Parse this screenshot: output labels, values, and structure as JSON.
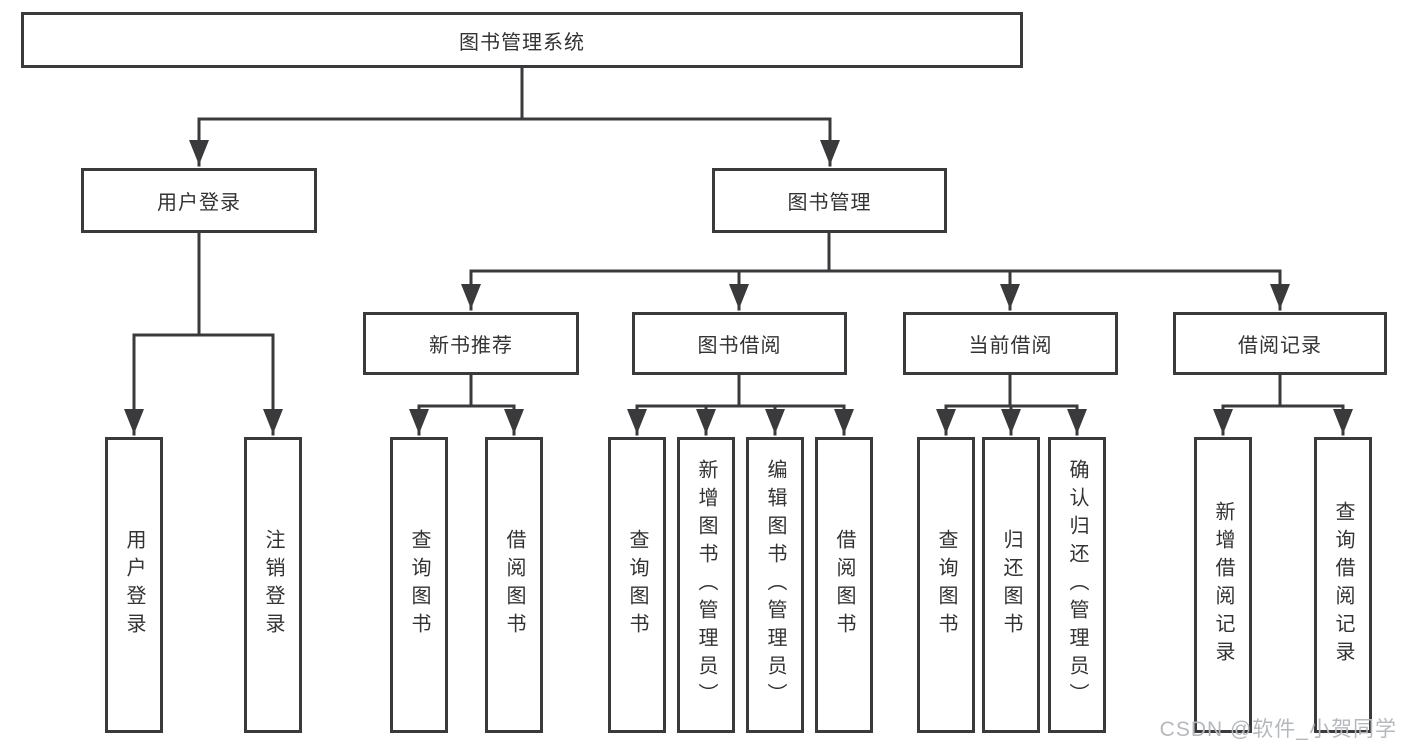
{
  "tree": {
    "root": {
      "label": "图书管理系统"
    },
    "branches": [
      {
        "label": "用户登录",
        "children": [
          {
            "label": "用户登录"
          },
          {
            "label": "注销登录"
          }
        ]
      },
      {
        "label": "图书管理",
        "children": [
          {
            "label": "新书推荐",
            "children": [
              {
                "label": "查询图书"
              },
              {
                "label": "借阅图书"
              }
            ]
          },
          {
            "label": "图书借阅",
            "children": [
              {
                "label": "查询图书"
              },
              {
                "label": "新增图书（管理员）"
              },
              {
                "label": "编辑图书（管理员）"
              },
              {
                "label": "借阅图书"
              }
            ]
          },
          {
            "label": "当前借阅",
            "children": [
              {
                "label": "查询图书"
              },
              {
                "label": "归还图书"
              },
              {
                "label": "确认归还（管理员）"
              }
            ]
          },
          {
            "label": "借阅记录",
            "children": [
              {
                "label": "新增借阅记录"
              },
              {
                "label": "查询借阅记录"
              }
            ]
          }
        ]
      }
    ]
  },
  "watermark": {
    "text": "CSDN @软件_小贺同学"
  },
  "colors": {
    "line": "#3a3a3c",
    "text": "#333333",
    "bg": "#ffffff",
    "watermark": "#b5b8bd"
  }
}
